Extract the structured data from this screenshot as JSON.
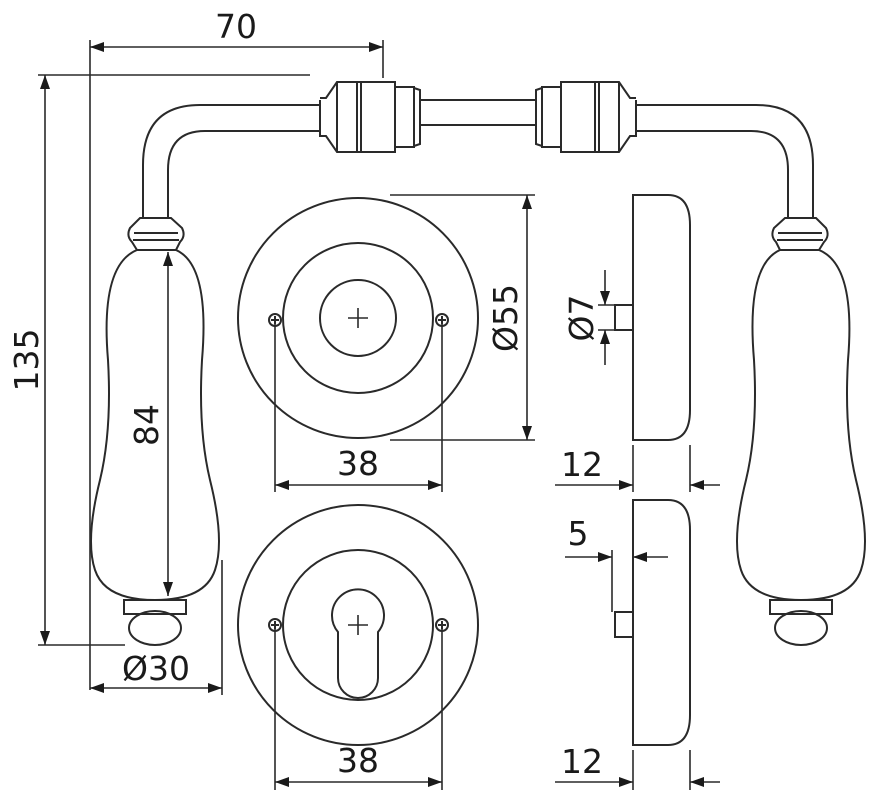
{
  "dimensions": {
    "lever_projection": "70",
    "total_height": "135",
    "grip_length": "84",
    "grip_diameter": "Ø30",
    "rosette_diameter": "Ø55",
    "screw_spacing_top": "38",
    "screw_spacing_bottom": "38",
    "spindle_diameter": "Ø7",
    "rosette_thickness_top": "12",
    "rosette_thickness_bottom": "12",
    "cylinder_offset": "5"
  }
}
